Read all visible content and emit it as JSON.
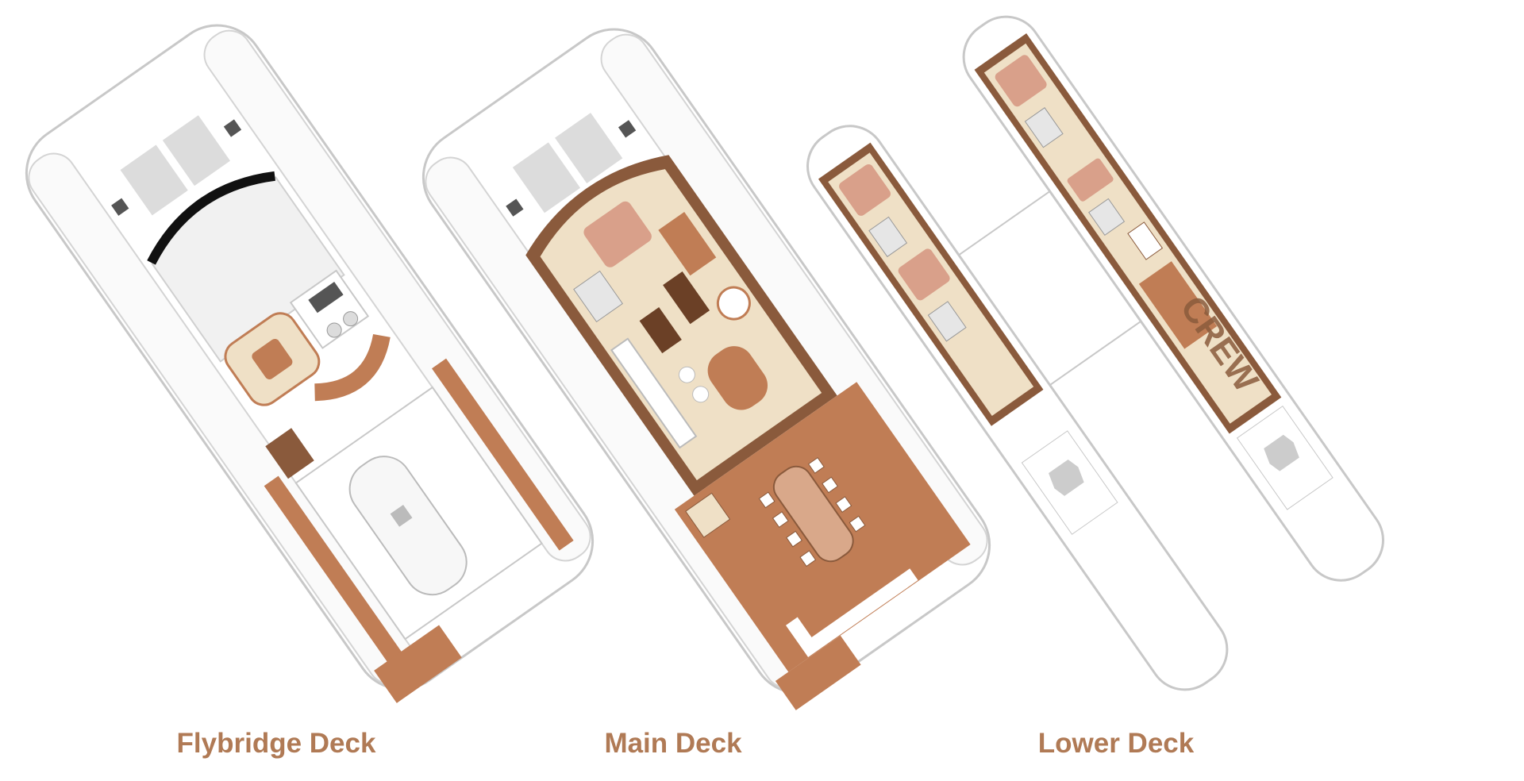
{
  "decks": {
    "flybridge": {
      "label": "Flybridge Deck"
    },
    "main": {
      "label": "Main Deck"
    },
    "lower": {
      "label": "Lower Deck",
      "zone_label": "CREW"
    }
  },
  "colors": {
    "teak": "#c07d55",
    "teak_dark": "#8a5a3c",
    "interior_beige": "#efe0c6",
    "bed_pink": "#d9a08a",
    "hull_outline": "#c8c8c8",
    "cushion_grey": "#dcdcdc",
    "hatch_dark": "#555555",
    "label_color": "#b07a55"
  }
}
